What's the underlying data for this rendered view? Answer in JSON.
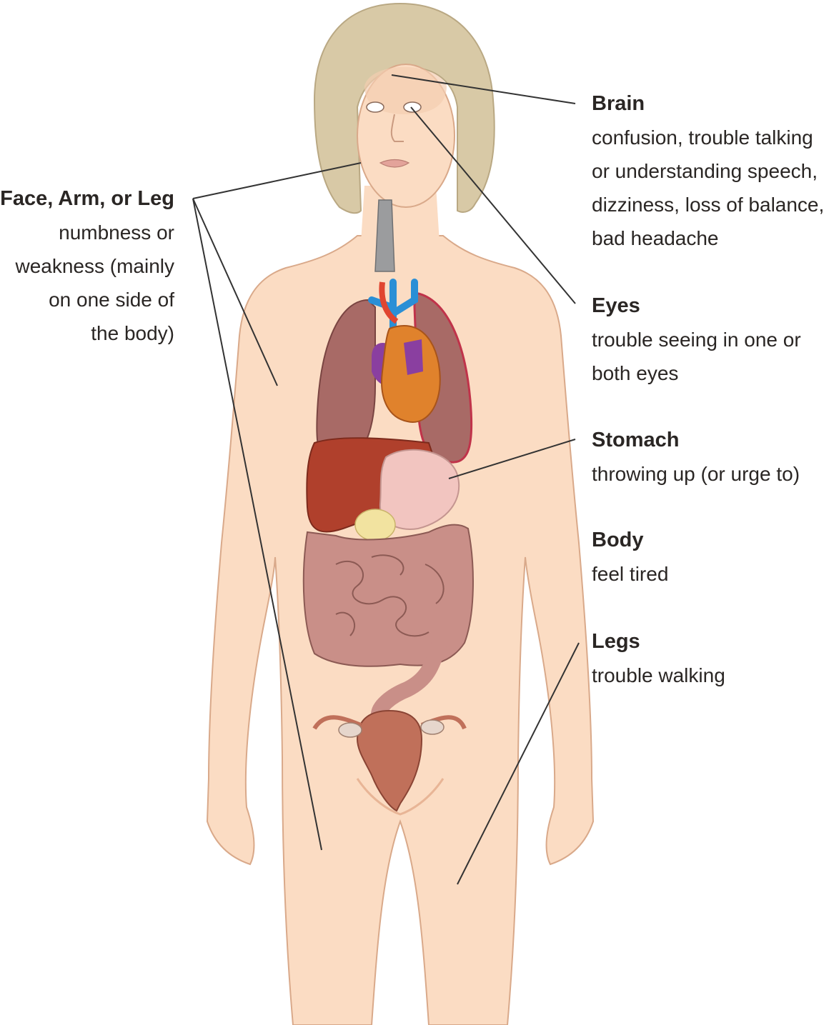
{
  "colors": {
    "skin": "#fbdcc3",
    "skin_outline": "#d9a98a",
    "hair": "#d8c9a6",
    "lung": "#a86a66",
    "heart": "#e0822c",
    "vein": "#2a8fd6",
    "artery_purple": "#8a3fa0",
    "liver": "#b0402c",
    "stomach": "#f2c5c0",
    "intestine": "#c98f88",
    "pancreas": "#f2e3a0",
    "uterus": "#c0705a",
    "trachea": "#9b9c9e",
    "leader_line": "#333333",
    "text": "#2a2624"
  },
  "labels": {
    "face": {
      "title": "Face, Arm, or Leg",
      "desc": "numbness or\nweakness (mainly\non one side of\nthe body)"
    },
    "brain": {
      "title": "Brain",
      "desc": "confusion, trouble talking\nor understanding speech,\ndizziness, loss of balance,\nbad headache"
    },
    "eyes": {
      "title": "Eyes",
      "desc": "trouble seeing in one or\nboth eyes"
    },
    "stomach": {
      "title": "Stomach",
      "desc": "throwing up (or urge to)"
    },
    "body": {
      "title": "Body",
      "desc": "feel tired"
    },
    "legs": {
      "title": "Legs",
      "desc": "trouble walking"
    }
  }
}
